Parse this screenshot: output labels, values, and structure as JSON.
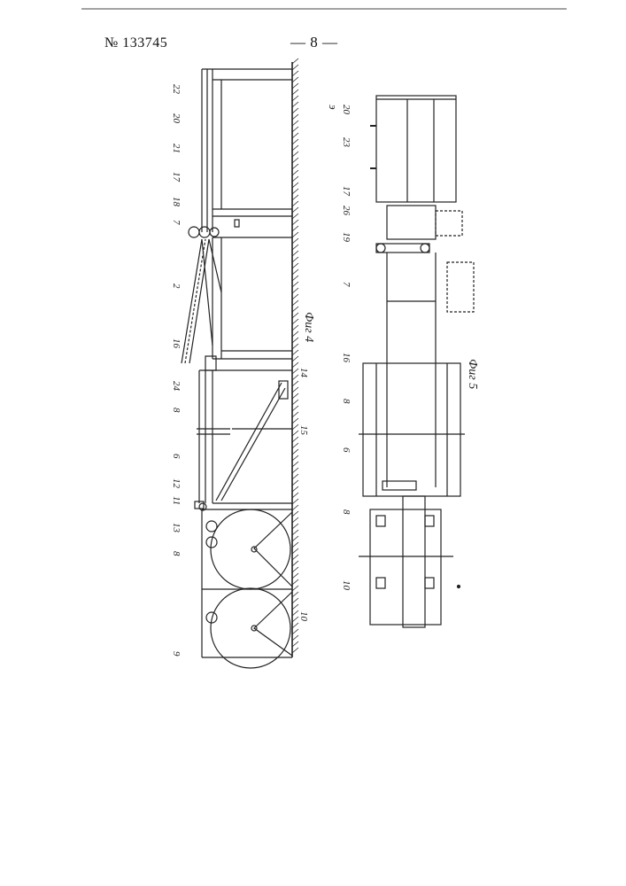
{
  "header": {
    "patent_number": "№ 133745",
    "page_number": "— 8 —"
  },
  "figures": {
    "fig4": {
      "caption": "Фиг 4",
      "labels": [
        "22",
        "20",
        "21",
        "17",
        "18",
        "7",
        "2",
        "16",
        "24",
        "14",
        "8",
        "15",
        "6",
        "12",
        "11",
        "13",
        "8",
        "9",
        "10"
      ]
    },
    "fig5": {
      "caption": "Фиг 5",
      "labels": [
        "э",
        "20",
        "23",
        "17",
        "26",
        "19",
        "7",
        "16",
        "8",
        "6",
        "8",
        "10"
      ]
    }
  }
}
